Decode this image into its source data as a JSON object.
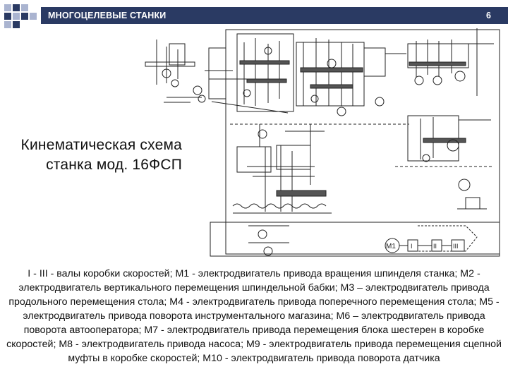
{
  "header": {
    "title": "МНОГОЦЕЛЕВЫЕ СТАНКИ",
    "slide_number": "6"
  },
  "title": {
    "line1": "Кинематическая схема",
    "line2": "станка мод. 16ФСП"
  },
  "diagram": {
    "motor_label": "М1",
    "shaft_labels": [
      "I",
      "II",
      "III"
    ]
  },
  "caption": "I - III - валы коробки скоростей; М1 - электродвигатель привода вращения шпинделя станка; М2 - электродвигатель вертикального перемещения шпиндельной бабки; М3 – электродвигатель привода продольного перемещения стола; М4 - электродвигатель привода поперечного перемещения стола; М5 - электродвигатель привода поворота инструментального магазина; М6 – электродвигатель привода поворота автооператора; М7 - электродвигатель привода перемещения блока шестерен в коробке скоростей; М8 - электродвигатель привода насоса; М9 - электродвигатель привода перемещения сцепной муфты в коробке скоростей; М10 - электродвигатель привода поворота датчика",
  "colors": {
    "header_bar": "#2a3a63",
    "deco_square_dark": "#2a3a63",
    "deco_square_light": "#aab4d0"
  }
}
